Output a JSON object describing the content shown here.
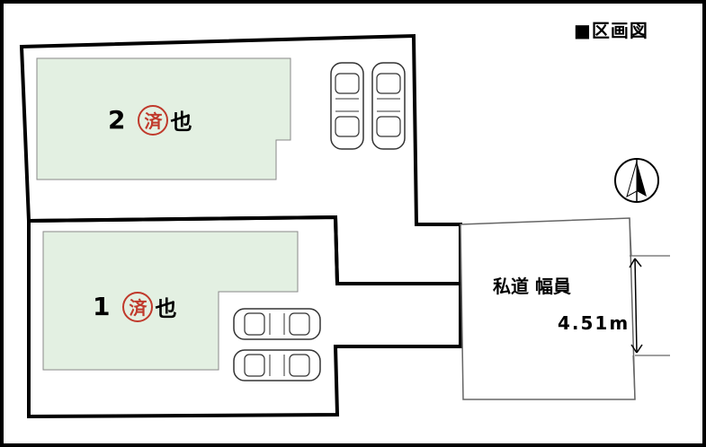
{
  "title": "■区画図",
  "lots": [
    {
      "number": "2",
      "seal": "済",
      "suffix": "也"
    },
    {
      "number": "1",
      "seal": "済",
      "suffix": "也"
    }
  ],
  "road": {
    "label": "私道 幅員",
    "width": "4.51m"
  },
  "icons": {
    "north_arrow": "north-arrow-icon",
    "car": "car-icon"
  },
  "colors": {
    "border": "#000000",
    "building": "#e3f0e2",
    "seal": "#c0392b"
  }
}
